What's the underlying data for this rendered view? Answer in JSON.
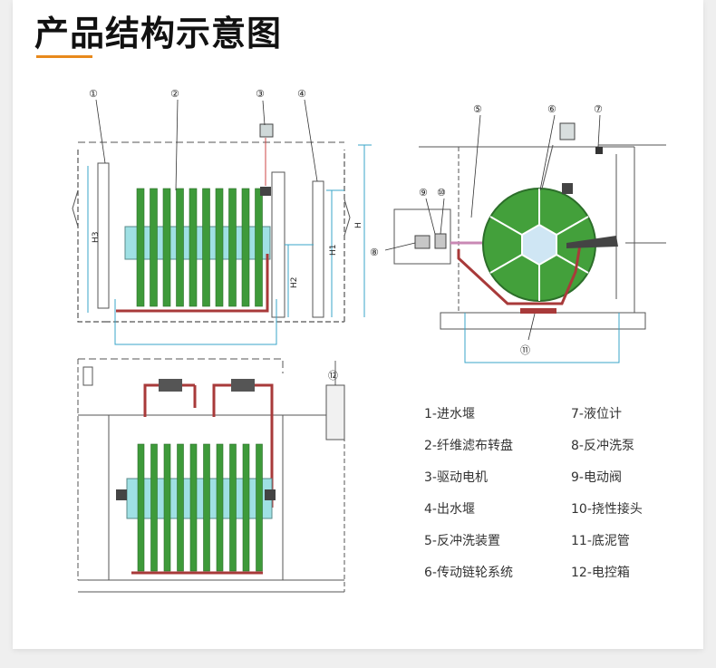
{
  "header": {
    "title": "产品结构示意图",
    "accent_color": "#e8891c"
  },
  "callouts": [
    "①",
    "②",
    "③",
    "④",
    "⑤",
    "⑥",
    "⑦",
    "⑧",
    "⑨",
    "⑩",
    "⑪",
    "⑫"
  ],
  "dimensions": {
    "h": "H",
    "h1": "H1",
    "h2": "H2",
    "h3": "H3"
  },
  "legend": [
    "1-进水堰",
    "2-纤维滤布转盘",
    "3-驱动电机",
    "4-出水堰",
    "5-反冲洗装置",
    "6-传动链轮系统",
    "7-液位计",
    "8-反冲洗泵",
    "9-电动阀",
    "10-挠性接头",
    "11-底泥管",
    "12-电控箱"
  ],
  "colors": {
    "disc_green": "#3e9a3a",
    "drum_cyan": "#9fe0e4",
    "pipe_red": "#a83a3a",
    "dim_blue": "#3aa6c8",
    "wall_gray": "#555555"
  }
}
